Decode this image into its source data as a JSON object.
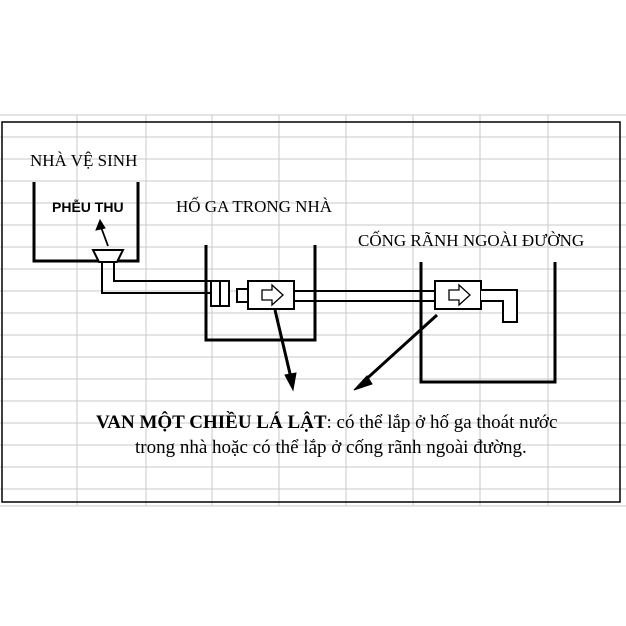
{
  "diagram": {
    "labels": {
      "toilet_house": "NHÀ VỆ SINH",
      "funnel": "PHỄU THU",
      "indoor_manhole": "HỐ GA TRONG NHÀ",
      "street_drain": "CỐNG RÃNH NGOÀI ĐƯỜNG"
    },
    "caption": {
      "bold_part": "VAN MỘT CHIỀU LÁ LẬT",
      "line1_rest": ": có thể lắp ở hố ga thoát nước",
      "line2": "trong nhà hoặc có thể lắp ở cống rãnh ngoài đường."
    }
  },
  "colors": {
    "line": "#000000",
    "grid": "#c8c8c8",
    "background": "#ffffff"
  }
}
